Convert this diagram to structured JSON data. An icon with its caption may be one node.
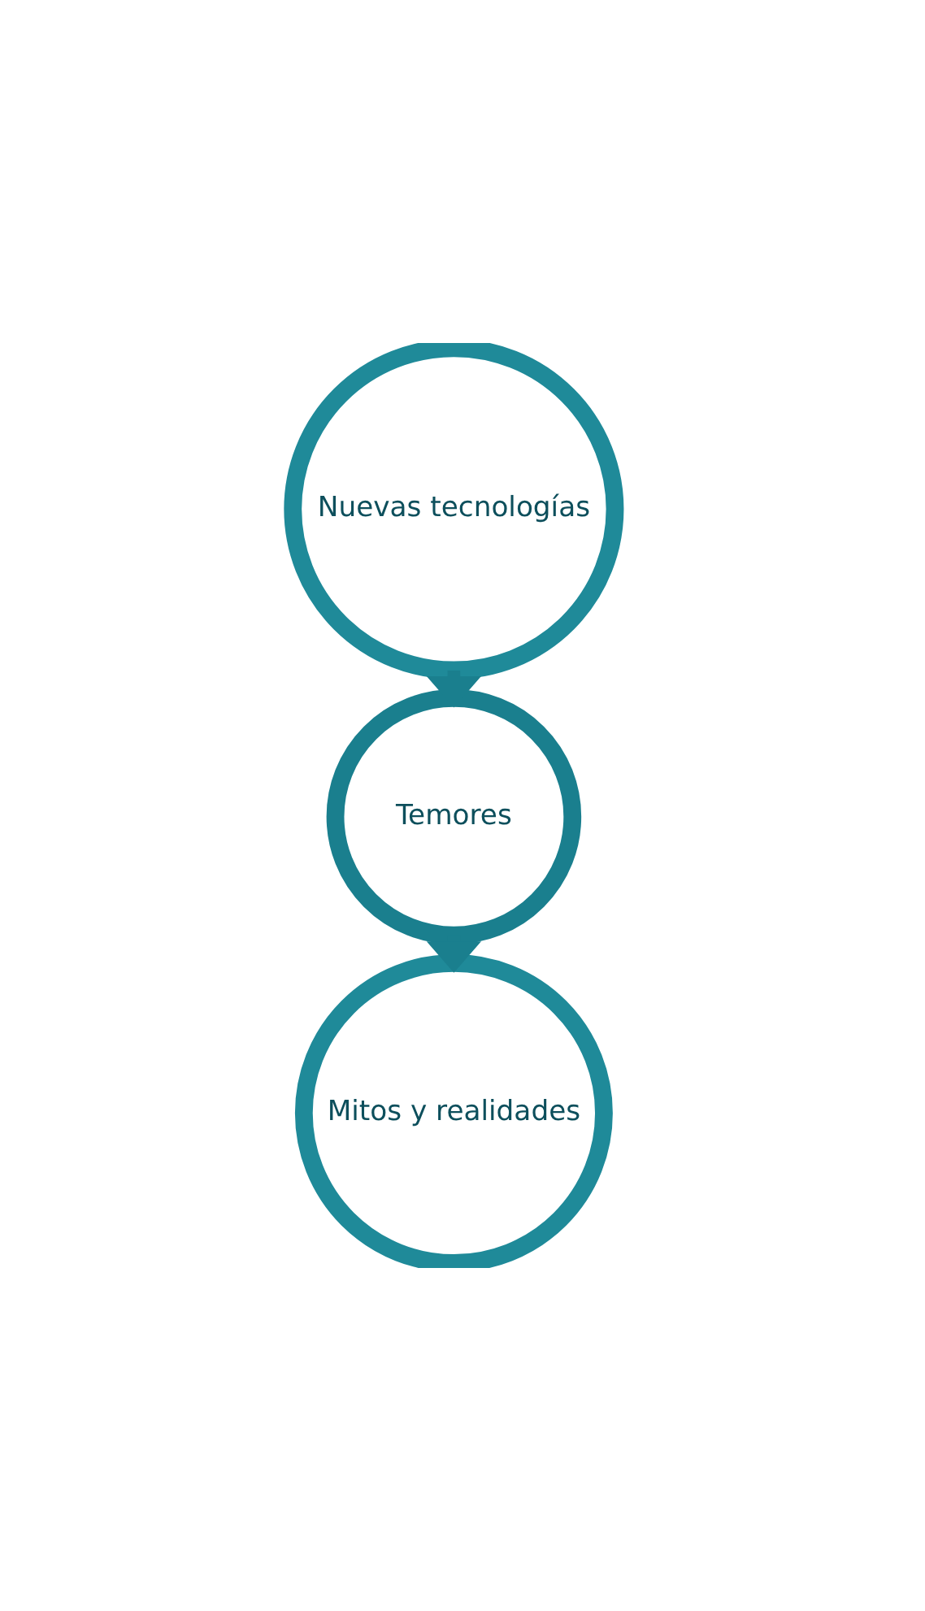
{
  "diagram": {
    "nodes": [
      {
        "text": [
          "Nuevas tecnologías"
        ]
      },
      {
        "text": [
          "Temores"
        ]
      },
      {
        "text": [
          "Mitos y realidades"
        ]
      }
    ],
    "edges": [
      {
        "from": 0,
        "to": 1,
        "arrow": "to"
      },
      {
        "from": 1,
        "to": 2,
        "arrow": "to"
      }
    ]
  }
}
